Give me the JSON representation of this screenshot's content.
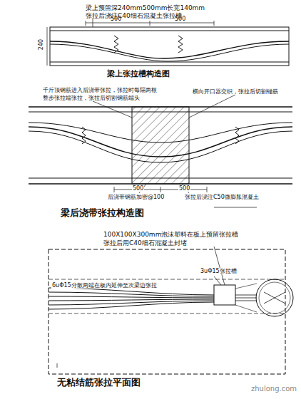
{
  "diagram": {
    "labels": [
      "梁上预留深240mm500mm长宽140mm",
      "张拉后浇注C40细石混凝土张拉槽",
      "500",
      "500",
      "240",
      "梁上张拉槽构造图",
      "千斤顶钢筋进入后浇带张拉，张拉时每隔两根",
      "整步张拉端张拉，张拉后切割钢筋端头",
      "横向开口器交织，张拉后切割锚筋",
      "后浇带钢筋加密@100",
      "张拉后浇注C50微膨胀混凝土",
      "500",
      "500",
      "梁后浇带张拉构造图",
      "100X100X300mm泡沫塑料在板上预留张拉槽",
      "张拉后用C40细石混凝土封堵",
      "3uΦ15张拉槽",
      "6uΦ15分散两端在板内延伸至次梁边张拉",
      "无粘结筋张拉平面图",
      "zhulong.com"
    ]
  }
}
